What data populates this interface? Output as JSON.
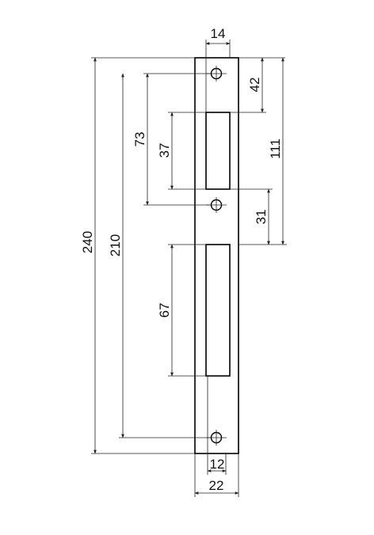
{
  "dimensions": {
    "top_width": "14",
    "top_hole_offset": "42",
    "upper_slot_height": "37",
    "upper_hole_span": "73",
    "middle_hole_offset": "31",
    "right_span": "111",
    "lower_slot_height": "67",
    "hole_distance": "210",
    "total_height": "240",
    "bottom_inner_width": "12",
    "bottom_total_width": "22"
  }
}
